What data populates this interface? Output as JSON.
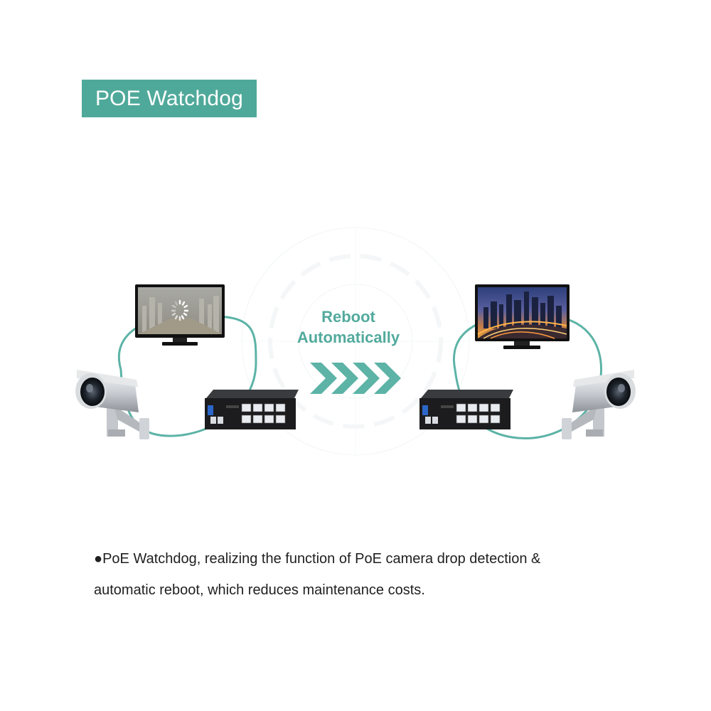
{
  "title": "POE Watchdog",
  "center_label": {
    "line1": "Reboot",
    "line2": "Automatically"
  },
  "caption": {
    "line1": "●PoE Watchdog, realizing the function of PoE camera drop detection &",
    "line2": "automatic reboot, which reduces maintenance costs."
  },
  "colors": {
    "accent": "#4fa99a",
    "loop": "#5cb3a6",
    "chevron": "#5cb3a6",
    "switch_body": "#1c1c1e",
    "switch_stripe": "#2b66c9"
  },
  "icons": {
    "left_monitor": "monitor-loading-icon",
    "right_monitor": "monitor-city-icon",
    "camera": "cctv-camera-icon",
    "switch": "poe-switch-icon",
    "arrows": "chevron-right-icon"
  }
}
